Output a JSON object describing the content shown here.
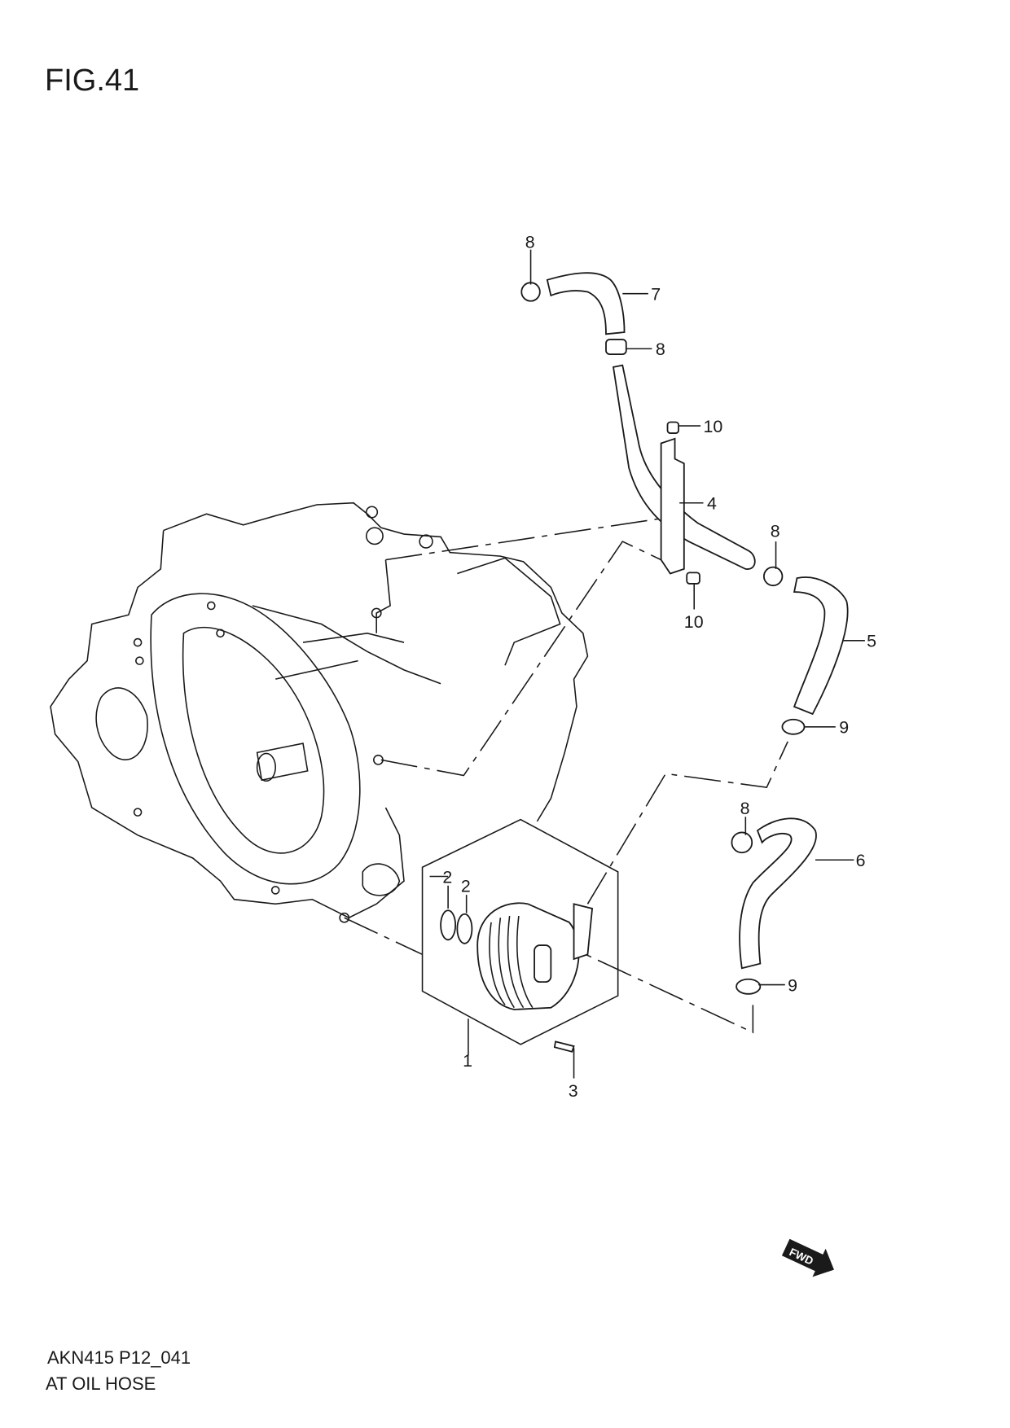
{
  "figure": {
    "title": "FIG.41",
    "code": "AKN415 P12_041",
    "caption": "AT OIL HOSE"
  },
  "callouts": [
    "8",
    "7",
    "8",
    "10",
    "4",
    "8",
    "5",
    "10",
    "9",
    "8",
    "6",
    "2",
    "2",
    "9",
    "1",
    "3"
  ],
  "fwd_label": "FWD"
}
